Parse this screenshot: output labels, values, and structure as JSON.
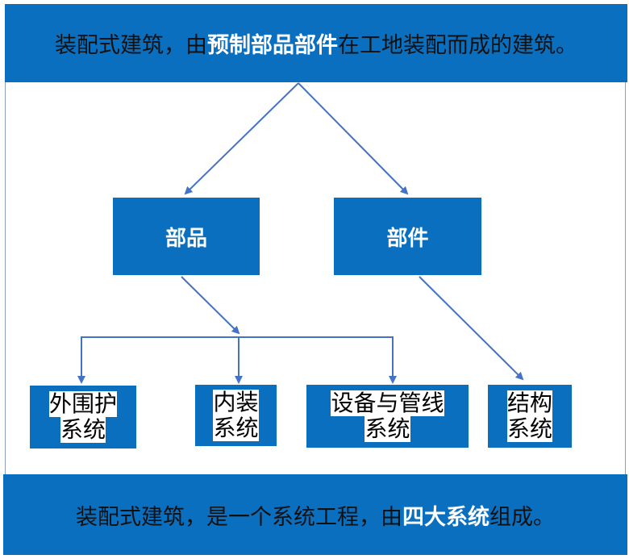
{
  "top_banner": {
    "pre": "装配式建筑，由",
    "highlight": "预制部品部件",
    "post": "在工地装配而成的建筑。"
  },
  "nodes": {
    "bupin": "部品",
    "bujian": "部件"
  },
  "systems": [
    {
      "line1": "外围护",
      "line2": "系统"
    },
    {
      "line1": "内装",
      "line2": "系统"
    },
    {
      "line1": "设备与管线",
      "line2": "系统"
    },
    {
      "line1": "结构",
      "line2": "系统"
    }
  ],
  "bottom_banner": {
    "pre": "装配式建筑，是一个系统工程，由",
    "highlight": "四大系统",
    "post": "组成。"
  },
  "colors": {
    "blue": "#0b6fbf",
    "arrow": "#4472c4"
  }
}
